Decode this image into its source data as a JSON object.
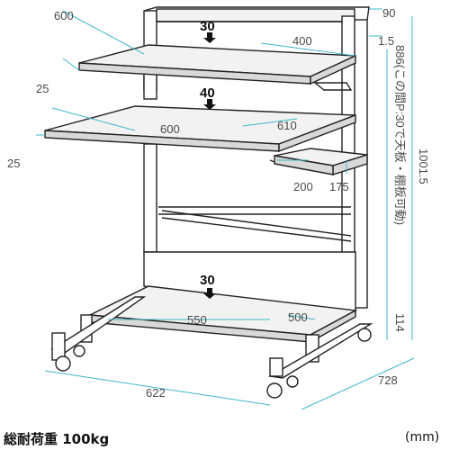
{
  "dims": {
    "width_top_left": "600",
    "shelf1_depth": "400",
    "shelf1_load": "30",
    "side_top": "90",
    "top_gap": "1.5",
    "shelf1_thickness": "25",
    "shelf2_load": "40",
    "shelf2_width": "600",
    "shelf2_depth": "610",
    "shelf2_thickness": "25",
    "tray_width": "200",
    "tray_depth": "175",
    "adjustable_range": "886(この間P:30で天板・棚板可動)",
    "total_height": "1001.5",
    "bottom_load": "30",
    "bottom_width": "550",
    "bottom_depth": "500",
    "bottom_height": "114",
    "overall_width": "622",
    "overall_depth": "728"
  },
  "caption": {
    "total_load": "総耐荷重  100kg",
    "unit": "(mm)"
  }
}
